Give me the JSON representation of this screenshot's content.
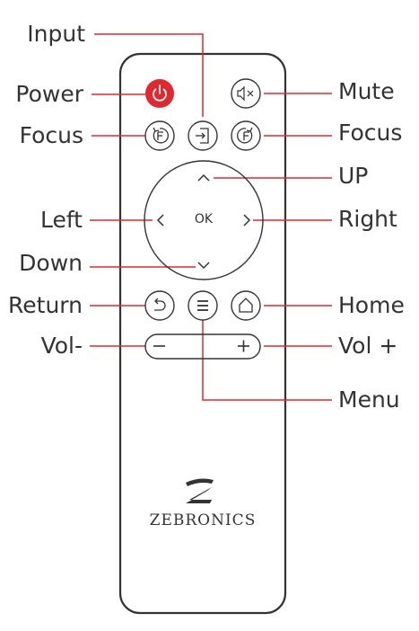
{
  "labels": {
    "input": "Input",
    "power": "Power",
    "focus_left": "Focus",
    "left": "Left",
    "down": "Down",
    "return": "Return",
    "vol_minus": "Vol-",
    "mute": "Mute",
    "focus_right": "Focus",
    "up": "UP",
    "right": "Right",
    "home": "Home",
    "vol_plus": "Vol +",
    "menu": "Menu"
  },
  "remote": {
    "ok_label": "OK",
    "brand": "ZEBRONICS"
  },
  "colors": {
    "power_button": "#e0282e",
    "leader_line": "#e0282e",
    "outline": "#333333"
  },
  "icons": [
    "power-icon",
    "input-icon",
    "mute-icon",
    "focus-minus-icon",
    "focus-plus-icon",
    "return-icon",
    "menu-icon",
    "home-icon",
    "zebronics-logo"
  ]
}
